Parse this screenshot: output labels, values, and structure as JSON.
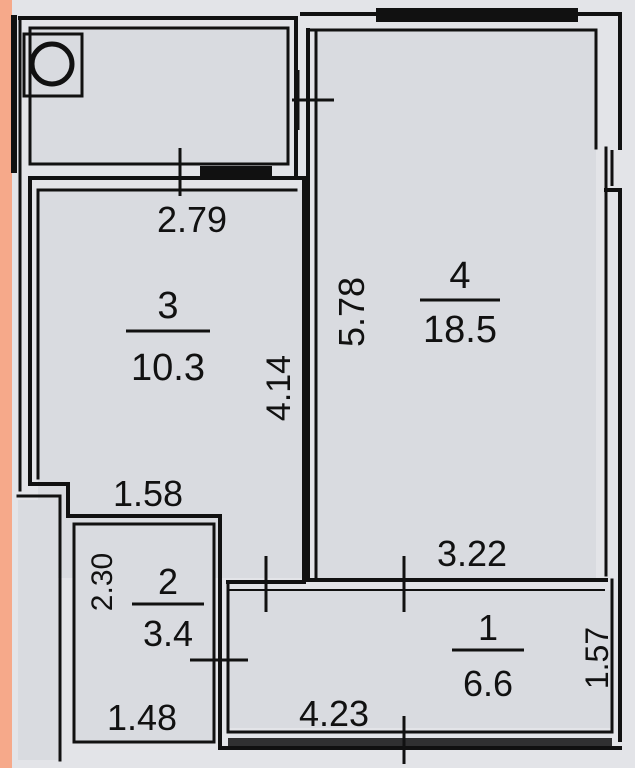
{
  "colors": {
    "background": "#f6a98a",
    "floor": "#d9dbe0",
    "wall": "#111111"
  },
  "rooms": [
    {
      "id": "room-1",
      "number": "1",
      "area": "6.6"
    },
    {
      "id": "room-2",
      "number": "2",
      "area": "3.4"
    },
    {
      "id": "room-3",
      "number": "3",
      "area": "10.3"
    },
    {
      "id": "room-4",
      "number": "4",
      "area": "18.5"
    }
  ],
  "dimensions": {
    "room3_top": "2.79",
    "room3_side": "4.14",
    "room3_bottom": "1.58",
    "room4_side": "5.78",
    "room4_bottom": "3.22",
    "room2_side": "2.30",
    "room2_bottom": "1.48",
    "room1_bottom": "4.23",
    "room1_side": "1.57"
  }
}
